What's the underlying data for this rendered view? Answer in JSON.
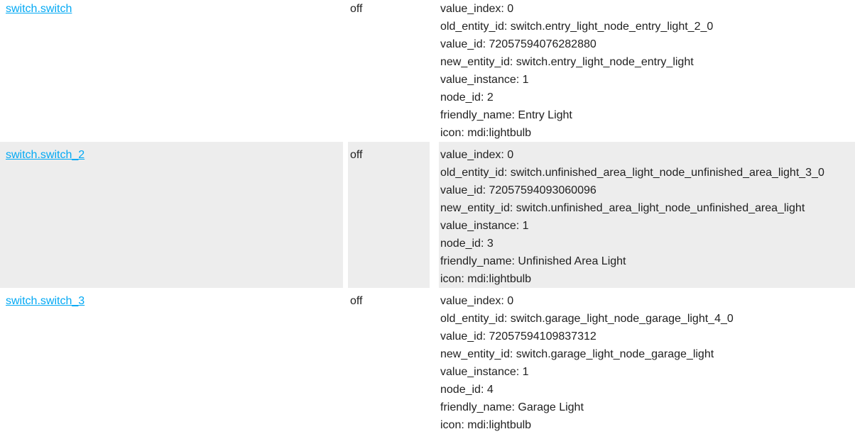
{
  "colors": {
    "link_accent": "#03a9f4",
    "alt_row_background": "#ededed",
    "text": "#212121",
    "background": "#ffffff"
  },
  "table": {
    "rows": [
      {
        "entity_id": "switch.switch",
        "state": "off",
        "attributes": [
          "value_index: 0",
          "old_entity_id: switch.entry_light_node_entry_light_2_0",
          "value_id: 72057594076282880",
          "new_entity_id: switch.entry_light_node_entry_light",
          "value_instance: 1",
          "node_id: 2",
          "friendly_name: Entry Light",
          "icon: mdi:lightbulb"
        ]
      },
      {
        "entity_id": "switch.switch_2",
        "state": "off",
        "attributes": [
          "value_index: 0",
          "old_entity_id: switch.unfinished_area_light_node_unfinished_area_light_3_0",
          "value_id: 72057594093060096",
          "new_entity_id: switch.unfinished_area_light_node_unfinished_area_light",
          "value_instance: 1",
          "node_id: 3",
          "friendly_name: Unfinished Area Light",
          "icon: mdi:lightbulb"
        ]
      },
      {
        "entity_id": "switch.switch_3",
        "state": "off",
        "attributes": [
          "value_index: 0",
          "old_entity_id: switch.garage_light_node_garage_light_4_0",
          "value_id: 72057594109837312",
          "new_entity_id: switch.garage_light_node_garage_light",
          "value_instance: 1",
          "node_id: 4",
          "friendly_name: Garage Light",
          "icon: mdi:lightbulb"
        ]
      }
    ]
  }
}
